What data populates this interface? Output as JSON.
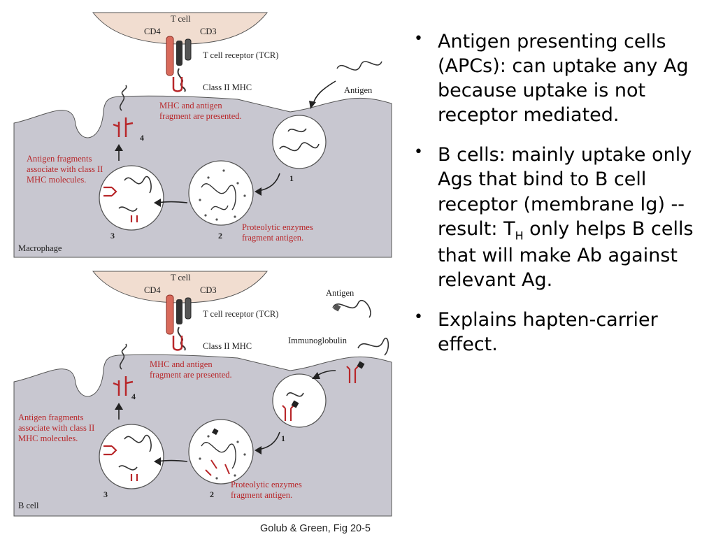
{
  "panels": [
    {
      "cell_name": "Macrophage",
      "labels": {
        "t_cell": "T cell",
        "cd4": "CD4",
        "cd3": "CD3",
        "tcr": "T cell receptor (TCR)",
        "mhc2": "Class II MHC",
        "antigen": "Antigen",
        "mhc_presented": "MHC and antigen fragment are presented.",
        "fragments_associate": "Antigen fragments associate with class II MHC molecules.",
        "proteolytic": "Proteolytic enzymes fragment antigen.",
        "step1": "1",
        "step2": "2",
        "step3": "3",
        "step4": "4"
      }
    },
    {
      "cell_name": "B cell",
      "labels": {
        "t_cell": "T cell",
        "cd4": "CD4",
        "cd3": "CD3",
        "tcr": "T cell receptor (TCR)",
        "mhc2": "Class II MHC",
        "antigen": "Antigen",
        "immunoglobulin": "Immunoglobulin",
        "mhc_presented": "MHC and antigen fragment are presented.",
        "fragments_associate": "Antigen fragments associate with class II MHC molecules.",
        "proteolytic": "Proteolytic enzymes fragment antigen.",
        "step1": "1",
        "step2": "2",
        "step3": "3",
        "step4": "4"
      }
    }
  ],
  "caption": "Golub & Green, Fig 20-5",
  "bullets": {
    "b1": "Antigen presenting cells (APCs): can uptake any Ag because uptake is not receptor mediated.",
    "b2_pre": "B cells: mainly uptake only Ags that bind to B cell receptor (membrane Ig) -- result: T",
    "b2_sub": "H",
    "b2_post": " only helps B cells that will make Ab against relevant Ag.",
    "b3": "Explains hapten-carrier effect."
  },
  "colors": {
    "cell_fill": "#c8c7d0",
    "t_cell_fill": "#f1ddd0",
    "accent_red": "#b8272a",
    "vesicle_fill": "#ffffff"
  }
}
